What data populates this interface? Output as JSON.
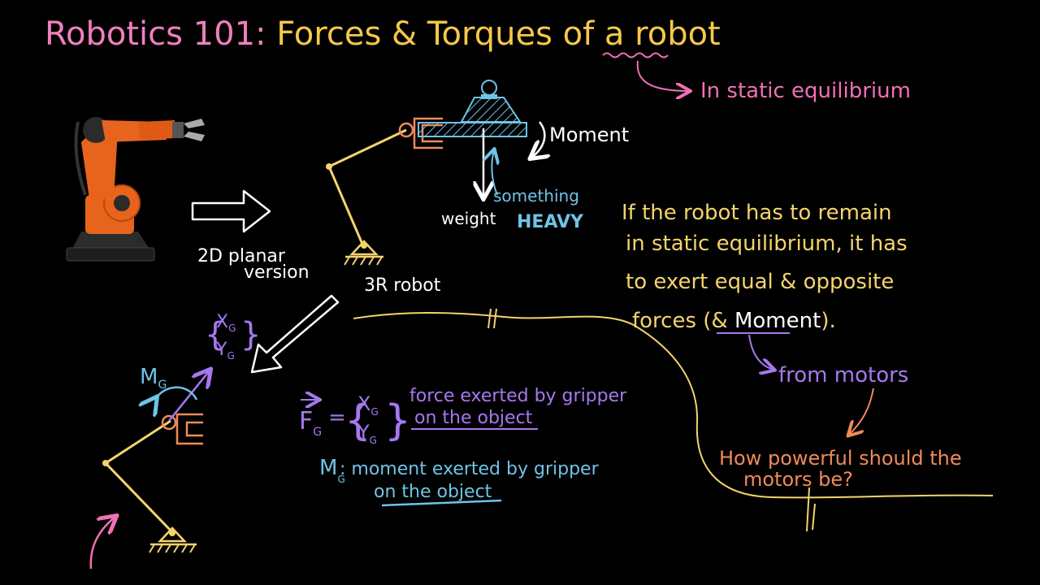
{
  "colors": {
    "title": "#f07fbf",
    "title_accent": "#f5c84a",
    "pink": "#f070b4",
    "yellow": "#f5d46a",
    "white": "#ffffff",
    "blue": "#6fc3e8",
    "purple": "#a678f0",
    "orange": "#f08a5a",
    "robot_orange": "#e8641c",
    "robot_dark": "#2b2b2b"
  },
  "title": {
    "part1": "Robotics 101: ",
    "part2": "Forces & Torques of a robot"
  },
  "note_static": "In static equilibrium",
  "planar_label": {
    "line1": "2D planar",
    "line2": "version"
  },
  "top_robot": {
    "label": "3R robot",
    "moment": "Moment",
    "weight": "weight",
    "something": "something",
    "heavy": "HEAVY"
  },
  "paragraph": {
    "line1": "If the robot has to remain",
    "line2": "in static equilibrium, it has",
    "line3": "to exert equal & opposite",
    "line4a": "forces (& ",
    "line4b": "Moment",
    "line4c": ")."
  },
  "from_motors": "from motors",
  "question": {
    "line1": "How powerful should the",
    "line2": "motors be?"
  },
  "gripper": {
    "vec_top": "X",
    "vec_bot": "Y",
    "sub": "G",
    "moment_label": "M",
    "force_symbol": "F",
    "eq": "=",
    "force_desc1": "force exerted by gripper",
    "force_desc2": "on the object",
    "moment_desc1": ": moment exerted by gripper",
    "moment_desc2": "on the object"
  }
}
